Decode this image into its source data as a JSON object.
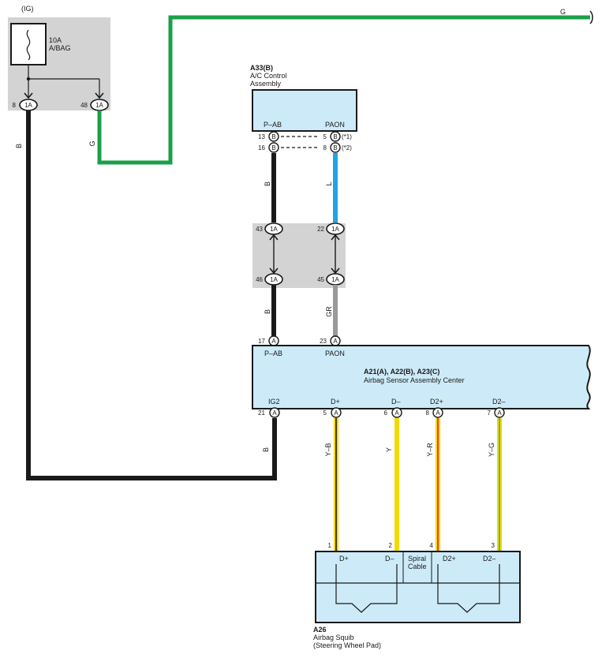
{
  "fuse_block": {
    "ig_label": "(IG)",
    "fuse_rating": "10A",
    "fuse_name": "A/BAG",
    "conn_left": {
      "pin": "8",
      "code": "1A"
    },
    "conn_right": {
      "pin": "48",
      "code": "1A"
    }
  },
  "wires": {
    "black_left": "B",
    "green": "G",
    "green_top": "G",
    "black_mid": "B",
    "black_lower": "B",
    "blue": "L",
    "gray": "GR",
    "black_bottom": "B",
    "yb": "Y–B",
    "y": "Y",
    "yr": "Y–R",
    "yg": "Y–G"
  },
  "ac_control": {
    "id": "A33(B)",
    "name_line1": "A/C Control",
    "name_line2": "Assembly",
    "term_left": "P–AB",
    "term_right": "PAON",
    "pins": [
      {
        "left": "13",
        "code": "B",
        "right": "5",
        "note": "(*1)"
      },
      {
        "left": "16",
        "code": "B",
        "right": "8",
        "note": "(*2)"
      }
    ]
  },
  "junction": {
    "top_left": {
      "pin": "43",
      "code": "1A"
    },
    "top_right": {
      "pin": "22",
      "code": "1A"
    },
    "bot_left": {
      "pin": "46",
      "code": "1A"
    },
    "bot_right": {
      "pin": "45",
      "code": "1A"
    }
  },
  "sensor": {
    "id": "A21(A), A22(B), A23(C)",
    "name": "Airbag Sensor Assembly Center",
    "top_pins": [
      {
        "pin": "17",
        "code": "A",
        "term": "P–AB"
      },
      {
        "pin": "23",
        "code": "A",
        "term": "PAON"
      }
    ],
    "bottom_pins": [
      {
        "pin": "21",
        "code": "A",
        "term": "IG2"
      },
      {
        "pin": "5",
        "code": "A",
        "term": "D+"
      },
      {
        "pin": "6",
        "code": "A",
        "term": "D–"
      },
      {
        "pin": "8",
        "code": "A",
        "term": "D2+"
      },
      {
        "pin": "7",
        "code": "A",
        "term": "D2–"
      }
    ]
  },
  "squib": {
    "id": "A26",
    "name_line1": "Airbag Squib",
    "name_line2": "(Steering Wheel Pad)",
    "pins": [
      "1",
      "2",
      "4",
      "3"
    ],
    "terms": [
      "D+",
      "D–",
      "D2+",
      "D2–"
    ],
    "spiral_line1": "Spiral",
    "spiral_line2": "Cable"
  },
  "colors": {
    "box_fill": "#cdeaf8",
    "gray_fill": "#d3d3d3",
    "black": "#1a1a1a",
    "green": "#1aa04a",
    "blue": "#1ea5e6",
    "gray_wire": "#9a9a9a",
    "yellow": "#f6d800",
    "red": "#e02020",
    "greenstripe": "#3cb44b"
  }
}
